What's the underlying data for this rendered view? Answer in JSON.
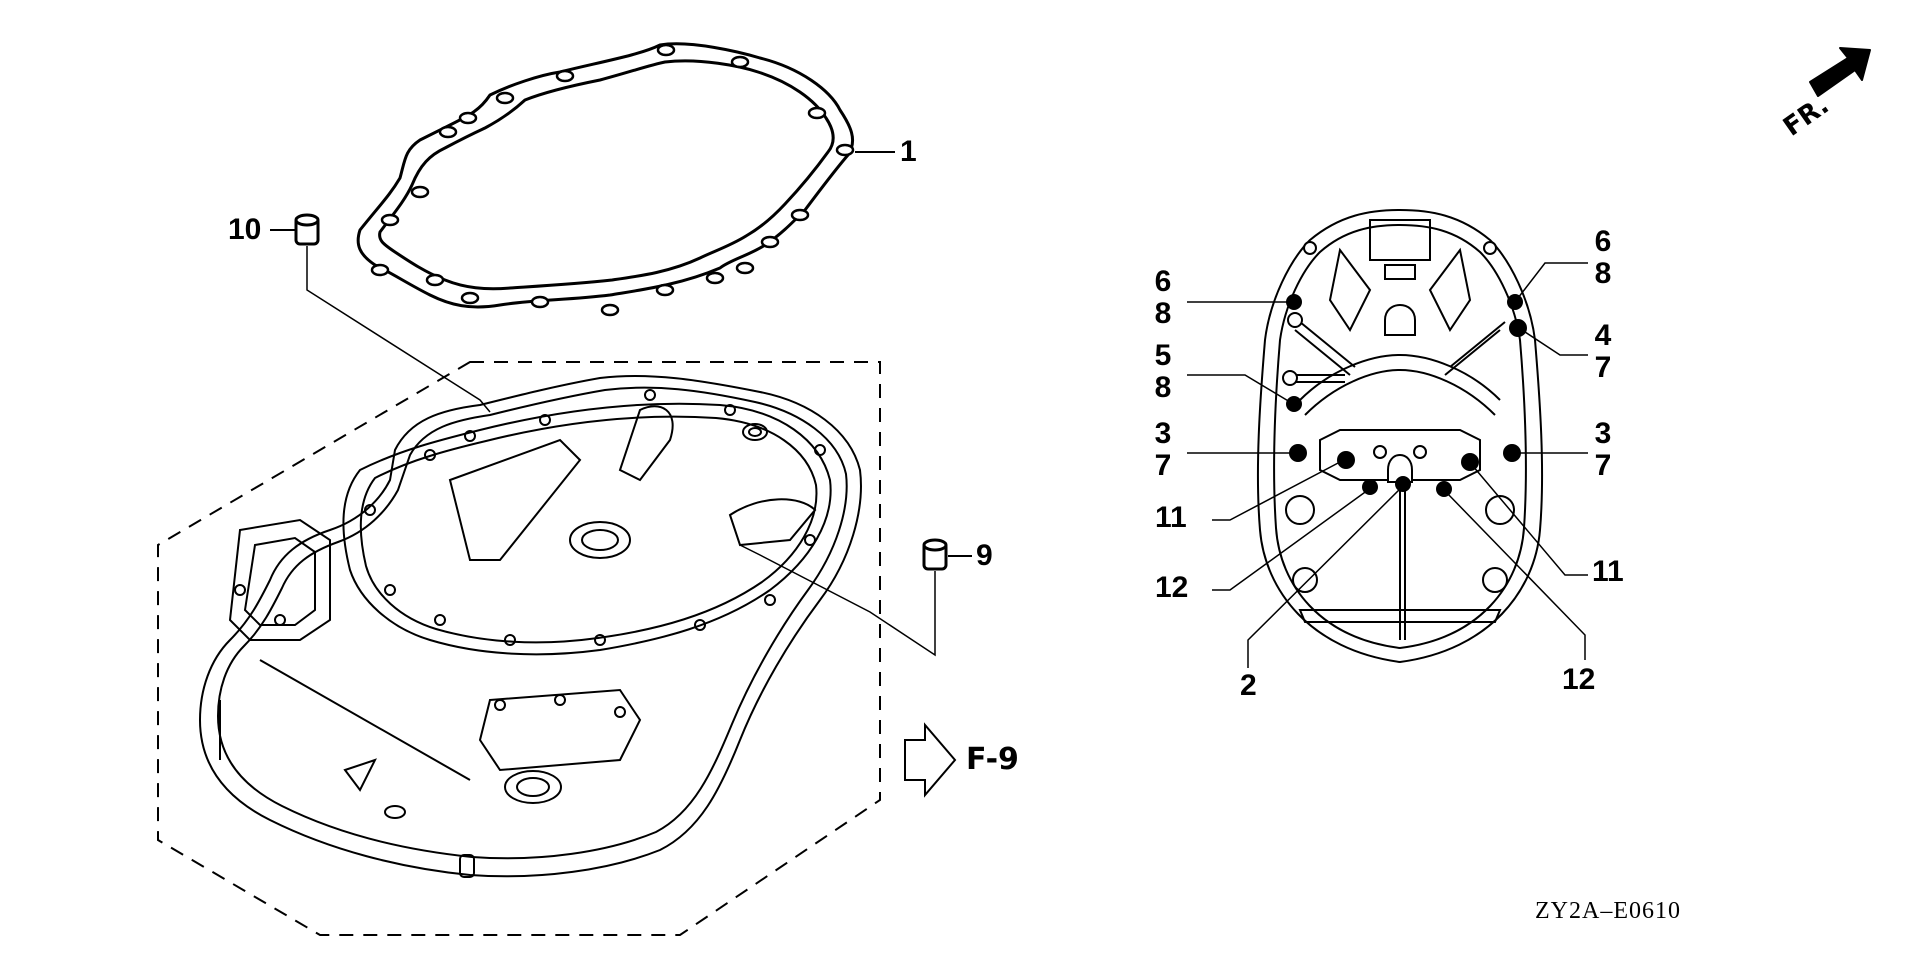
{
  "diagram": {
    "direction_indicator": {
      "label": "FR.",
      "icon": "front-direction-arrow-icon"
    },
    "drawing_code": "ZY2A–E0610",
    "reference": {
      "label": "F-9",
      "icon": "reference-arrow-icon"
    },
    "left_view": {
      "callouts": [
        {
          "id": "1",
          "label": "1",
          "part": "gasket"
        },
        {
          "id": "9",
          "label": "9",
          "part": "dowel-pin"
        },
        {
          "id": "10",
          "label": "10",
          "part": "dowel-pin"
        }
      ]
    },
    "right_view": {
      "left_callouts": [
        {
          "labels": [
            "6",
            "8"
          ]
        },
        {
          "labels": [
            "5",
            "8"
          ]
        },
        {
          "labels": [
            "3",
            "7"
          ]
        },
        {
          "labels": [
            "11"
          ]
        },
        {
          "labels": [
            "12"
          ]
        }
      ],
      "right_callouts": [
        {
          "labels": [
            "6",
            "8"
          ]
        },
        {
          "labels": [
            "4",
            "7"
          ]
        },
        {
          "labels": [
            "3",
            "7"
          ]
        },
        {
          "labels": [
            "11"
          ]
        }
      ],
      "bottom_callouts": [
        {
          "labels": [
            "2"
          ]
        },
        {
          "labels": [
            "12"
          ]
        }
      ]
    }
  }
}
